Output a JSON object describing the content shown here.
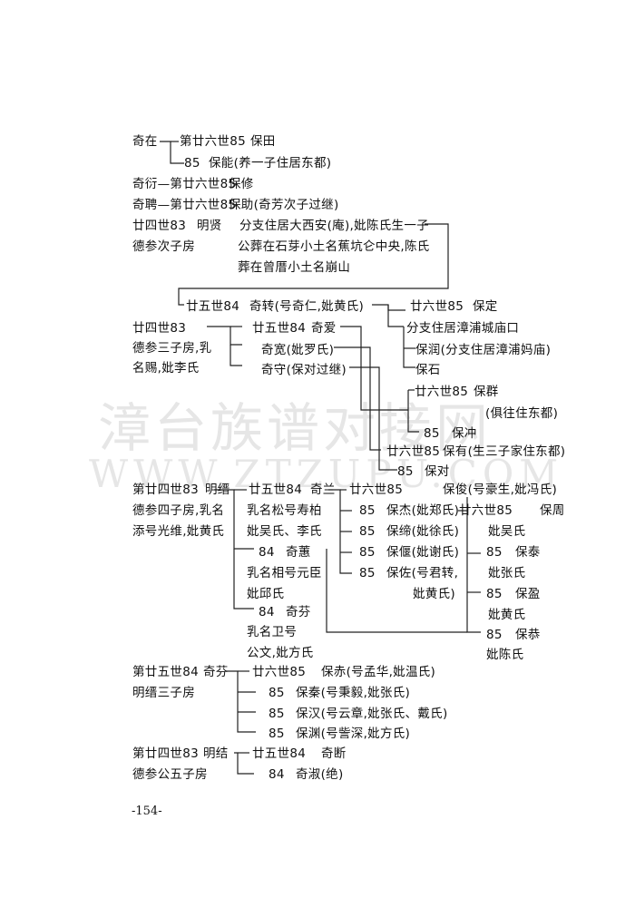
{
  "watermark": {
    "cn": "漳台族谱对接网",
    "en": "WWW.ZTZUPU.COM"
  },
  "page_number": "-154-",
  "texts": [
    "奇在",
    "第廿六世85",
    "保田",
    "85",
    "保能(养一子住居东都)",
    "奇衍—第廿六世85",
    "保修",
    "奇聘—第廿六世85",
    "保助(奇芳次子过继)",
    "廿四世83",
    "明贤",
    "分支住居大西安(庵),妣陈氏生一子",
    "德参次子房",
    "公葬在石芽小土名蕉坑仑中央,陈氏",
    "葬在曾厝小土名崩山",
    "廿五世84",
    "奇转(号奇仁,妣黄氏)",
    "廿六世85",
    "保定",
    "分支住居漳浦城庙口",
    "保润(分支住居漳浦妈庙)",
    "保石",
    "廿四世83",
    "德参三子房,乳",
    "名赐,妣李氏",
    "廿五世84",
    "奇爱",
    "奇宽(妣罗氏)",
    "奇守(保对过继)",
    "廿六世85",
    "保群",
    "(俱往住东都)",
    "85",
    "保冲",
    "廿六世85",
    "保有(生三子家住东都)",
    "85",
    "保对",
    "第廿四世83",
    "明缙",
    "德参四子房,乳名",
    "添号光维,妣黄氏",
    "廿五世84",
    "奇兰",
    "廿六世85",
    "保俊(号豪生,妣冯氏)",
    "乳名松号寿柏",
    "妣吴氏、李氏",
    "85",
    "保杰(妣郑氏)",
    "廿六世85",
    "保周",
    "85",
    "保缔(妣徐氏)",
    "妣吴氏",
    "84",
    "奇蕙",
    "85",
    "保偃(妣谢氏)",
    "85",
    "保泰",
    "乳名相号元臣",
    "85",
    "保佐(号君转,",
    "妣张氏",
    "妣邱氏",
    "妣黄氏)",
    "85",
    "保盈",
    "84",
    "奇芬",
    "妣黄氏",
    "乳名卫号",
    "85",
    "保恭",
    "公文,妣方氏",
    "妣陈氏",
    "第廿五世84",
    "奇芬",
    "廿六世85",
    "保赤(号孟华,妣温氏)",
    "明缙三子房",
    "85",
    "保秦(号秉毅,妣张氏)",
    "85",
    "保汉(号云章,妣张氏、戴氏)",
    "85",
    "保渊(号訾深,妣方氏)",
    "第廿四世83",
    "明结",
    "廿五世84",
    "奇断",
    "德参公五子房",
    "84",
    "奇淑(绝)"
  ]
}
